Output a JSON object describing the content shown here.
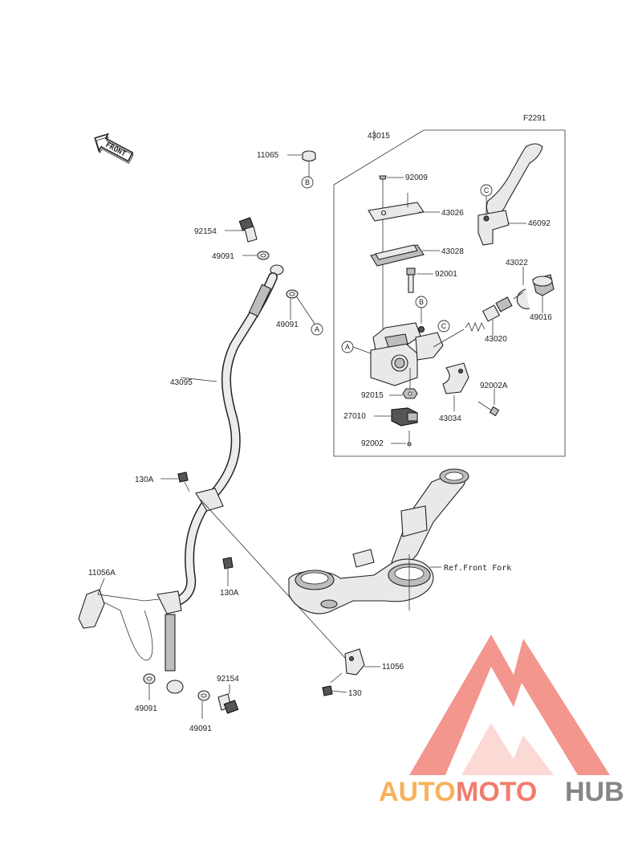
{
  "figure_code": "F2291",
  "front_label": "FRONT",
  "ref_label": "Ref.Front Fork",
  "callouts": {
    "A": "A",
    "B": "B",
    "C": "C"
  },
  "parts": {
    "p43015": "43015",
    "p11065": "11065",
    "p92009": "92009",
    "p43026": "43026",
    "p46092": "46092",
    "p43028": "43028",
    "p43022": "43022",
    "p92001": "92001",
    "p49016": "49016",
    "p43020": "43020",
    "p92015": "92015",
    "p92002A": "92002A",
    "p27010": "27010",
    "p43034": "43034",
    "p92002": "92002",
    "p92154_top": "92154",
    "p49091_top1": "49091",
    "p49091_top2": "49091",
    "p43095": "43095",
    "p130A_top": "130A",
    "p11056A": "11056A",
    "p130A_mid": "130A",
    "p11056": "11056",
    "p130": "130",
    "p92154_bot": "92154",
    "p49091_bot1": "49091",
    "p49091_bot2": "49091"
  },
  "watermark": {
    "auto": "AUTO",
    "moto": "MOTO",
    "hub": "HUB",
    "colors": {
      "triangle": "#f28b82",
      "auto": "#f7a94a",
      "moto": "#ef6f5e",
      "hub": "#7a7a7a"
    }
  }
}
